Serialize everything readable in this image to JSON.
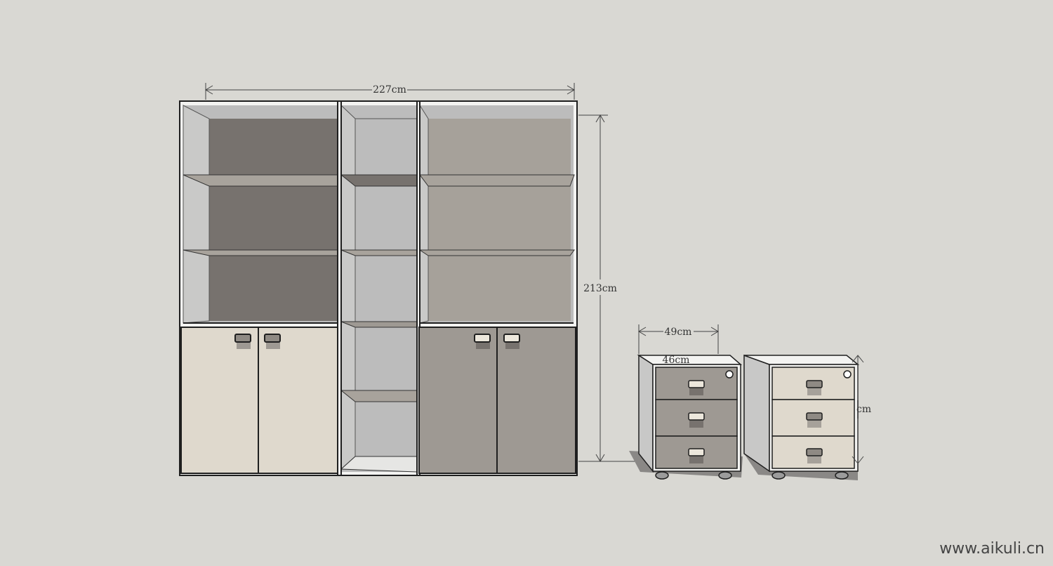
{
  "dimensions": {
    "cabinet_width": "227cm",
    "cabinet_height": "213cm",
    "pedestal_width": "49cm",
    "pedestal_depth": "46cm",
    "pedestal_height_partial": "cm"
  },
  "watermark": "www.aikuli.cn",
  "colors": {
    "background": "#d9d8d3",
    "dark_panel": "#77726e",
    "light_panel": "#a6a19a",
    "cream": "#dfd9cd",
    "taupe": "#9e9993",
    "interior": "#bcbcbc",
    "frame": "#f3f3f1",
    "outline": "#1f1f1f"
  }
}
